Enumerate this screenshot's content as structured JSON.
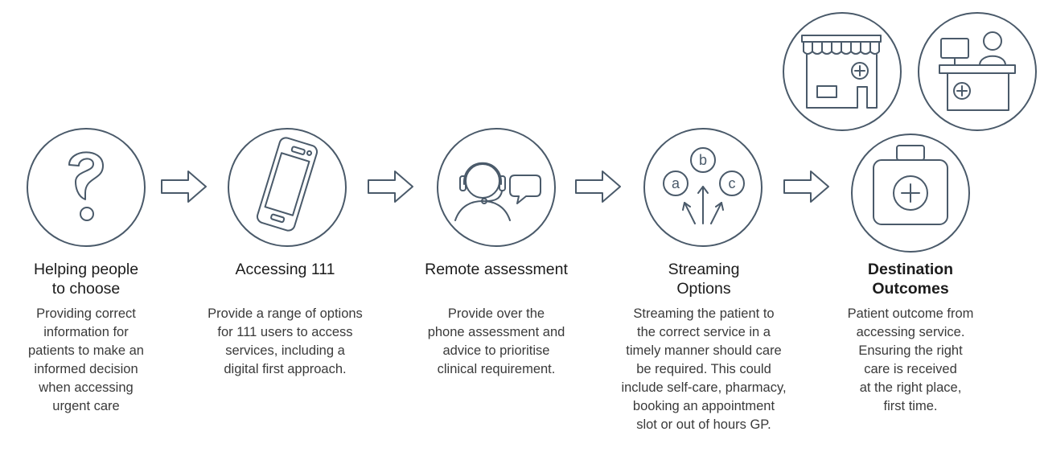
{
  "colors": {
    "icon_stroke": "#4a5a6a",
    "text": "#1c1c1c",
    "desc": "#3a3a3a"
  },
  "steps": [
    {
      "icon": "question-mark-icon",
      "title_line1": "Helping people",
      "title_line2": "to choose",
      "bold": false,
      "desc": [
        "Providing correct",
        "information for",
        "patients to make an",
        "informed decision",
        "when accessing",
        "urgent care"
      ]
    },
    {
      "icon": "smartphone-icon",
      "title_line1": "Accessing 111",
      "title_line2": "",
      "bold": false,
      "desc": [
        "Provide a range of options",
        "for 111 users to access",
        "services, including a",
        "digital first approach."
      ]
    },
    {
      "icon": "headset-operator-icon",
      "title_line1": "Remote assessment",
      "title_line2": "",
      "bold": false,
      "desc": [
        "Provide over the",
        "phone assessment and",
        "advice to prioritise",
        "clinical requirement."
      ]
    },
    {
      "icon": "streaming-options-icon",
      "title_line1": "Streaming",
      "title_line2": "Options",
      "bold": false,
      "desc": [
        "Streaming the patient to",
        "the correct service in a",
        "timely manner should care",
        "be required. This could",
        "include self-care, pharmacy,",
        "booking an appointment",
        "slot or out of hours GP."
      ]
    },
    {
      "icon": "medical-kit-icon",
      "title_line1": "Destination",
      "title_line2": "Outcomes",
      "bold": true,
      "desc": [
        "Patient outcome from",
        "accessing service.",
        "Ensuring the right",
        "care is received",
        "at the right place,",
        "first time."
      ]
    }
  ],
  "options": [
    "a",
    "b",
    "c"
  ],
  "extra_icons": [
    "pharmacy-icon",
    "reception-desk-icon"
  ]
}
